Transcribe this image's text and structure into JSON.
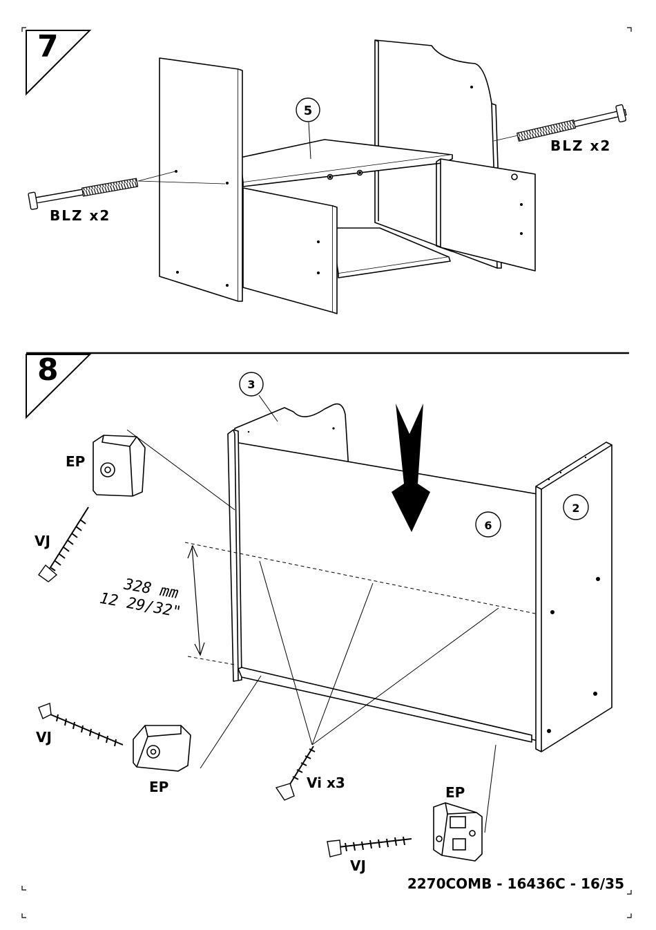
{
  "steps": [
    {
      "number": "7",
      "callouts": [
        "5"
      ],
      "labels": {
        "blz_left": "BLZ x2",
        "blz_right": "BLZ x2"
      }
    },
    {
      "number": "8",
      "callouts": [
        "3",
        "6",
        "2"
      ],
      "labels": {
        "ep_top": "EP",
        "vj_top": "VJ",
        "dimension_mm": "328 mm",
        "dimension_in": "12 29/32\"",
        "vj_left": "VJ",
        "ep_left": "EP",
        "vi": "Vi x3",
        "ep_right": "EP",
        "vj_right": "VJ"
      }
    }
  ],
  "footer": {
    "reference": "2270COMB - 16436C - 16/35"
  }
}
